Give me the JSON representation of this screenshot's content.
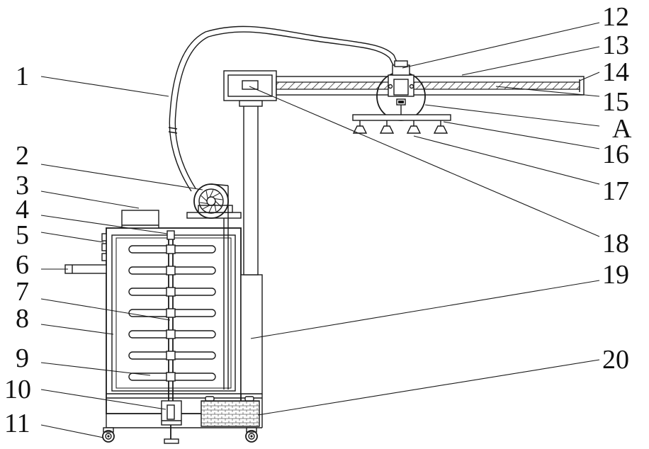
{
  "labels": [
    {
      "id": "1",
      "text": "1"
    },
    {
      "id": "2",
      "text": "2"
    },
    {
      "id": "3",
      "text": "3"
    },
    {
      "id": "4",
      "text": "4"
    },
    {
      "id": "5",
      "text": "5"
    },
    {
      "id": "6",
      "text": "6"
    },
    {
      "id": "7",
      "text": "7"
    },
    {
      "id": "8",
      "text": "8"
    },
    {
      "id": "9",
      "text": "9"
    },
    {
      "id": "10",
      "text": "10"
    },
    {
      "id": "11",
      "text": "11"
    },
    {
      "id": "12",
      "text": "12"
    },
    {
      "id": "13",
      "text": "13"
    },
    {
      "id": "14",
      "text": "14"
    },
    {
      "id": "15",
      "text": "15"
    },
    {
      "id": "A",
      "text": "A"
    },
    {
      "id": "16",
      "text": "16"
    },
    {
      "id": "17",
      "text": "17"
    },
    {
      "id": "18",
      "text": "18"
    },
    {
      "id": "19",
      "text": "19"
    },
    {
      "id": "20",
      "text": "20"
    }
  ]
}
